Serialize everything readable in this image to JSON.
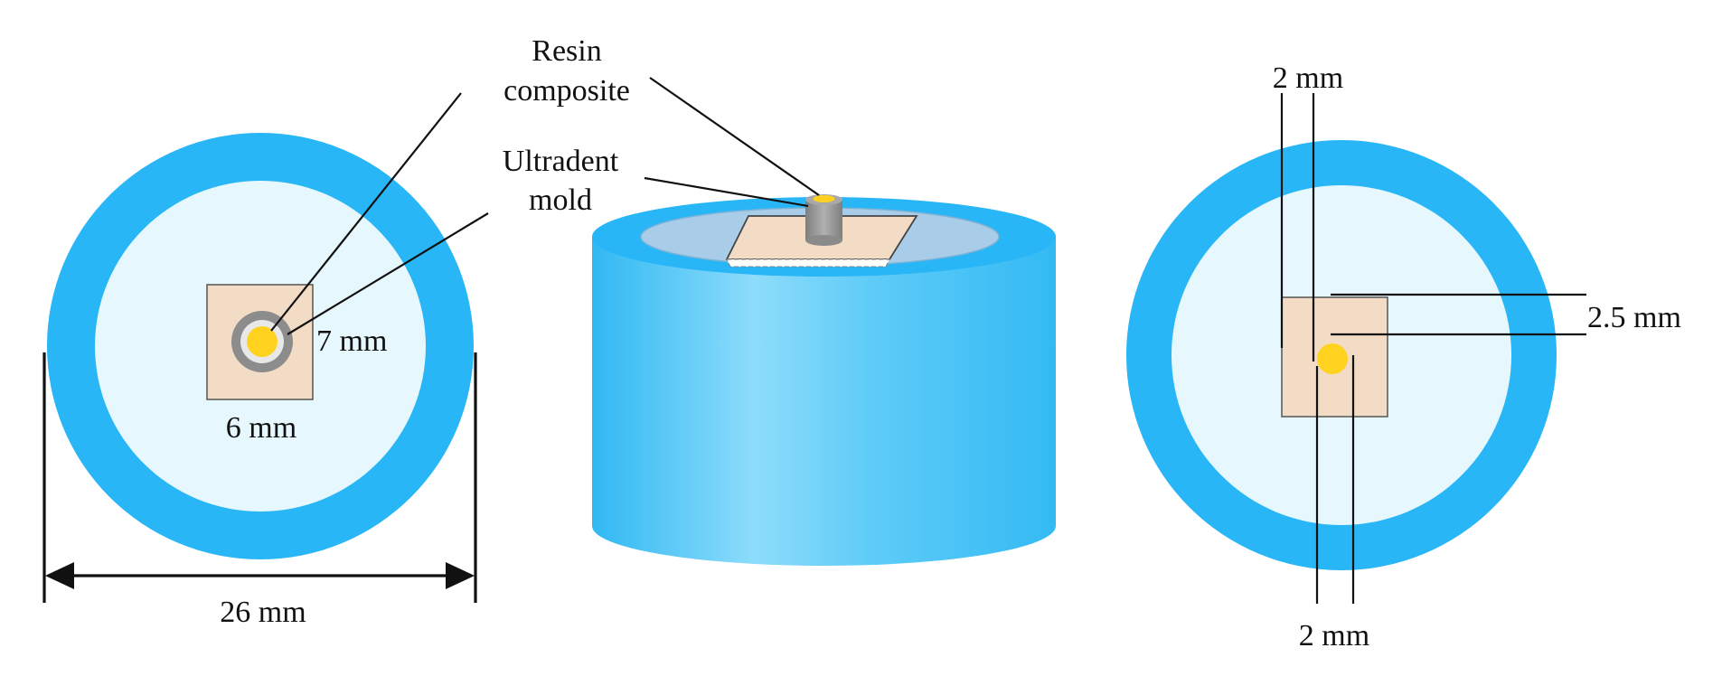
{
  "labels": {
    "resin_line1": "Resin",
    "resin_line2": "composite",
    "mold_line1": "Ultradent",
    "mold_line2": "mold",
    "seven_mm": "7 mm",
    "six_mm": "6 mm",
    "twentysix_mm": "26 mm",
    "two_mm_top": "2 mm",
    "twofive_mm": "2.5 mm",
    "two_mm_bottom": "2 mm"
  },
  "colors": {
    "ring_blue": "#29b6f6",
    "inner_light": "#e6f8fe",
    "mold_beige": "#f3dcc6",
    "composite_yellow": "#ffd21f",
    "rod_gray": "#909090"
  }
}
